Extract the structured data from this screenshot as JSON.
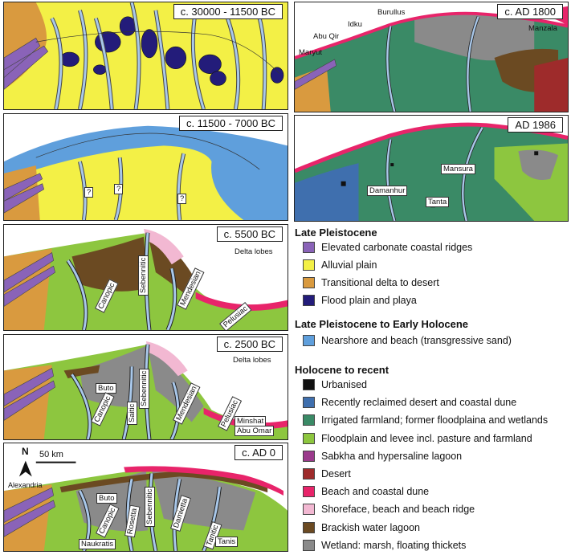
{
  "panels": {
    "p1": {
      "title": "c. 30000 - 11500 BC"
    },
    "p2": {
      "title": "c. 11500 - 7000 BC",
      "labels": [
        "?",
        "?",
        "?"
      ]
    },
    "p3": {
      "title": "c. 5500 BC",
      "labels": {
        "delta_lobes": "Delta lobes",
        "canopic": "Canopic",
        "sebennitic": "Sebennitic",
        "mendesian": "Mendesian",
        "pelusiac": "Pelusiac"
      }
    },
    "p4": {
      "title": "c. 2500 BC",
      "labels": {
        "delta_lobes": "Delta lobes",
        "buto": "Buto",
        "canopic": "Canopic",
        "saitic": "Saitic",
        "sebennitic": "Sebennitic",
        "mendesian": "Mendesian",
        "pelusiac": "Pelusiac",
        "minshat": "Minshat",
        "abu_omar": "Abu Omar"
      }
    },
    "p5": {
      "title": "c. AD 0",
      "labels": {
        "north": "N",
        "scale": "50 km",
        "alexandria": "Alexandria",
        "buto": "Buto",
        "canopic": "Canopic",
        "rosetta": "Rosetta",
        "sebennitic": "Sebennitic",
        "damietta": "Damietta",
        "naukratis": "Naukratis",
        "tanitic": "Tanitic",
        "tanis": "Tanis"
      }
    },
    "p6": {
      "title": "c. AD 1800",
      "labels": {
        "burullus": "Burullus",
        "idku": "Idku",
        "abu_qir": "Abu Qir",
        "maryut": "Maryut",
        "manzala": "Manzala"
      }
    },
    "p7": {
      "title": "AD 1986",
      "labels": {
        "mansura": "Mansura",
        "damanhur": "Damanhur",
        "tanta": "Tanta"
      }
    }
  },
  "legend": {
    "late_pleistocene": {
      "heading": "Late Pleistocene",
      "items": [
        {
          "label": "Elevated carbonate coastal ridges",
          "color": "#8a63b8"
        },
        {
          "label": "Alluvial plain",
          "color": "#f3f046"
        },
        {
          "label": "Transitional delta to desert",
          "color": "#d99a3f"
        },
        {
          "label": "Flood plain and playa",
          "color": "#231c7a"
        }
      ]
    },
    "late_pleistocene_early_holocene": {
      "heading": "Late Pleistocene to Early Holocene",
      "items": [
        {
          "label": "Nearshore and beach (transgressive sand)",
          "color": "#5f9fdc"
        }
      ]
    },
    "holocene": {
      "heading": "Holocene to recent",
      "items": [
        {
          "label": "Urbanised",
          "color": "#111111"
        },
        {
          "label": "Recently reclaimed desert and coastal dune",
          "color": "#3f6fae"
        },
        {
          "label": "Irrigated farmland; former floodplaina and wetlands",
          "color": "#3a8a66"
        },
        {
          "label": "Floodplain and levee incl. pasture and farmland",
          "color": "#8dc63f"
        },
        {
          "label": "Sabkha and hypersaline lagoon",
          "color": "#9b3a8c"
        },
        {
          "label": "Desert",
          "color": "#9e2b2b"
        },
        {
          "label": "Beach and coastal dune",
          "color": "#e8246a"
        },
        {
          "label": "Shoreface, beach and beach ridge",
          "color": "#f2b8d2"
        },
        {
          "label": "Brackish water lagoon",
          "color": "#6b4a22"
        },
        {
          "label": "Wetland: marsh, floating thickets",
          "color": "#8a8a8a"
        }
      ]
    }
  }
}
